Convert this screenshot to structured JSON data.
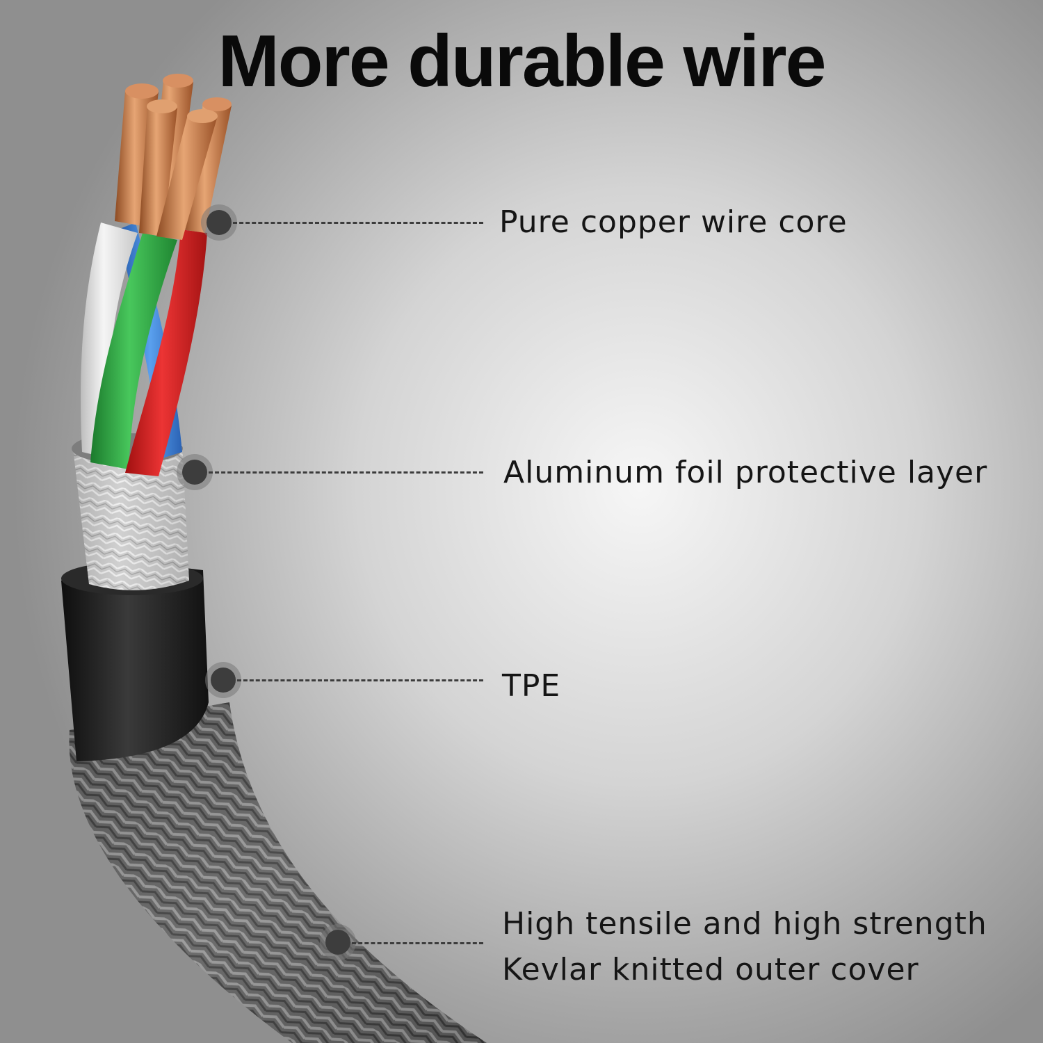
{
  "header": {
    "title": "More durable wire"
  },
  "callouts": [
    {
      "lines": [
        "Pure copper wire core"
      ]
    },
    {
      "lines": [
        "Aluminum foil protective layer"
      ]
    },
    {
      "lines": [
        "TPE"
      ]
    },
    {
      "lines": [
        "High tensile and high strength",
        "Kevlar knitted outer cover"
      ]
    }
  ],
  "colors": {
    "copper": "#c8763f",
    "wire_white": "#e8e8e8",
    "wire_green": "#2fae46",
    "wire_red": "#d72020",
    "wire_blue": "#3a7fd4",
    "foil": "#b9b9b9",
    "tpe": "#1c1c1c",
    "braid": "#6e6e6e"
  }
}
